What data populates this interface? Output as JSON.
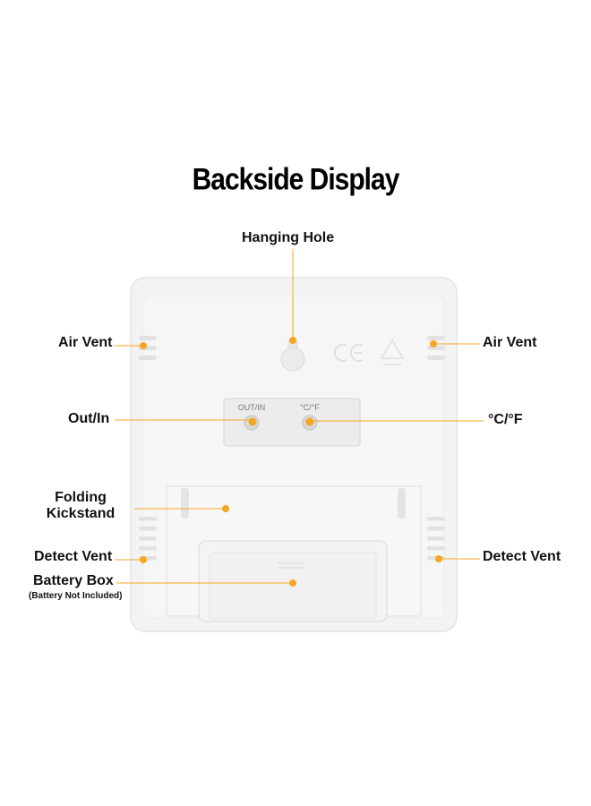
{
  "title": "Backside Display",
  "labels": {
    "hanging_hole": "Hanging Hole",
    "air_vent_left": "Air Vent",
    "air_vent_right": "Air Vent",
    "out_in": "Out/In",
    "celsius_fahrenheit": "°C/°F",
    "folding_kickstand_line1": "Folding",
    "folding_kickstand_line2": "Kickstand",
    "detect_vent_left": "Detect Vent",
    "detect_vent_right": "Detect Vent",
    "battery_box": "Battery Box",
    "battery_note": "(Battery Not Included)"
  },
  "device": {
    "button_out_in": "OUT/IN",
    "button_c_f": "°C/°F"
  },
  "colors": {
    "accent": "#f5a623",
    "device_body": "#f4f4f4",
    "device_edge": "#e2e2e2"
  }
}
